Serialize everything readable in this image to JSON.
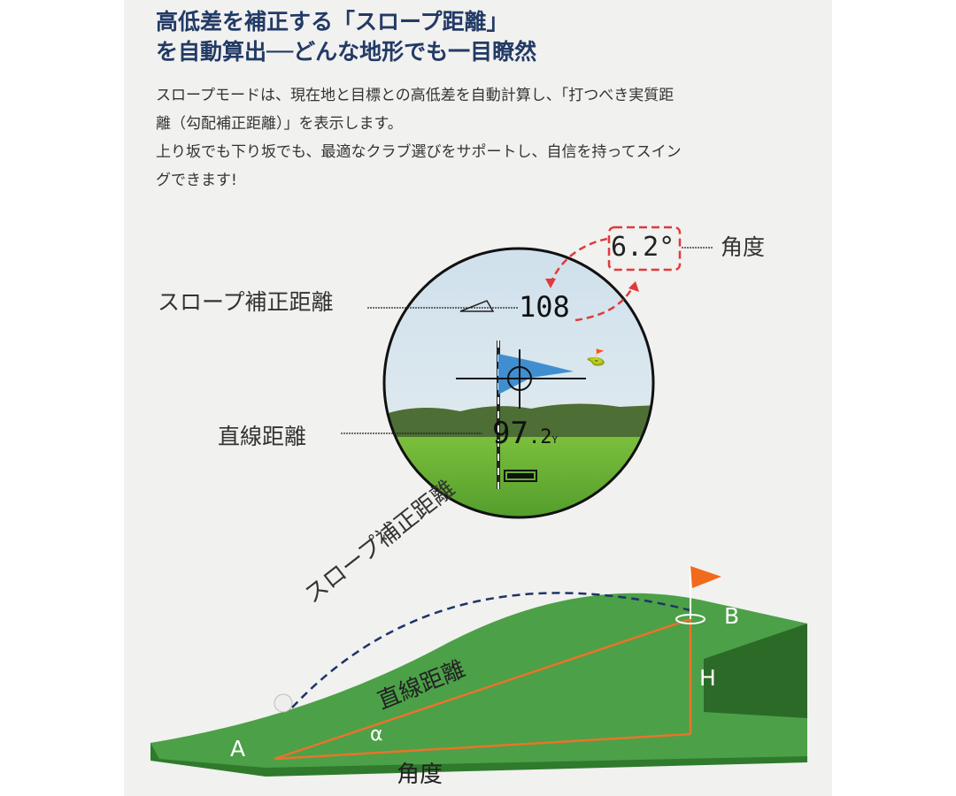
{
  "title": {
    "line1": "高低差を補正する「スロープ距離」",
    "line2": "を自動算出──どんな地形でも一目瞭然"
  },
  "body": {
    "lines": [
      "スロープモードは、現在地と目標との高低差を自動計算し、「打つべき実質距",
      "離（勾配補正距離）」を表示します。",
      "上り坂でも下り坂でも、最適なクラブ選びをサポートし、自信を持ってスイン",
      "グできます!"
    ]
  },
  "scope": {
    "angle_value": "6.2°",
    "slope_distance": "108",
    "straight_distance_main": "97",
    "straight_distance_decimal": ".2",
    "unit": "Y",
    "labels": {
      "angle": "角度",
      "slope_distance": "スロープ補正距離",
      "straight_distance": "直線距離"
    }
  },
  "diagram": {
    "arc_label": "スロープ補正距離",
    "line_label": "直線距離",
    "angle_label": "角度",
    "point_a": "A",
    "point_b": "B",
    "height": "H",
    "alpha": "α"
  },
  "colors": {
    "title": "#223a66",
    "accent_red": "#e03a3a",
    "grass": "#3f9a3c",
    "orange_line": "#e8742a",
    "navy_dash": "#1f3468"
  }
}
